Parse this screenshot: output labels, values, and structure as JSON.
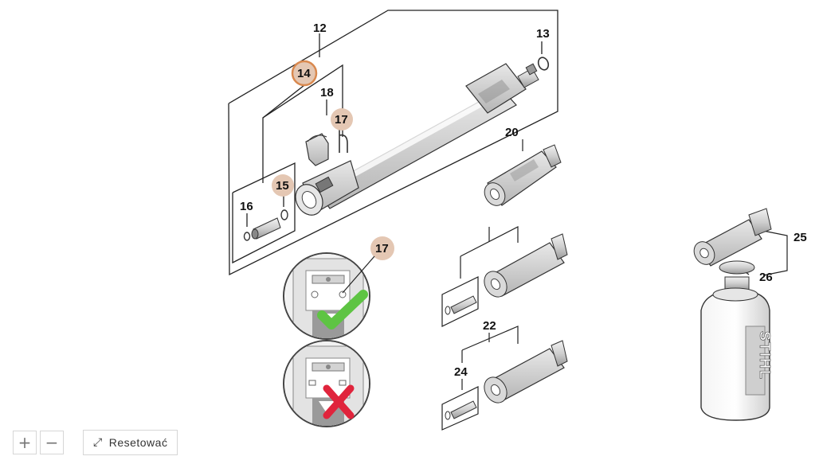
{
  "callouts": {
    "c12": "12",
    "c13": "13",
    "c14": "14",
    "c15": "15",
    "c16": "16",
    "c17a": "17",
    "c17b": "17",
    "c18": "18",
    "c20": "20",
    "c22": "22",
    "c24": "24",
    "c25": "25",
    "c26": "26"
  },
  "brand_mark": "STIHL",
  "colors": {
    "highlight_ring": "#d9894f",
    "callout_fill": "#e4c7b3",
    "check_green": "#5ec443",
    "cross_red": "#e0243c",
    "line": "#222222"
  },
  "controls": {
    "zoom_in": "+",
    "zoom_out": "−",
    "reset_icon": "⤢",
    "reset_label": "Resetować"
  }
}
